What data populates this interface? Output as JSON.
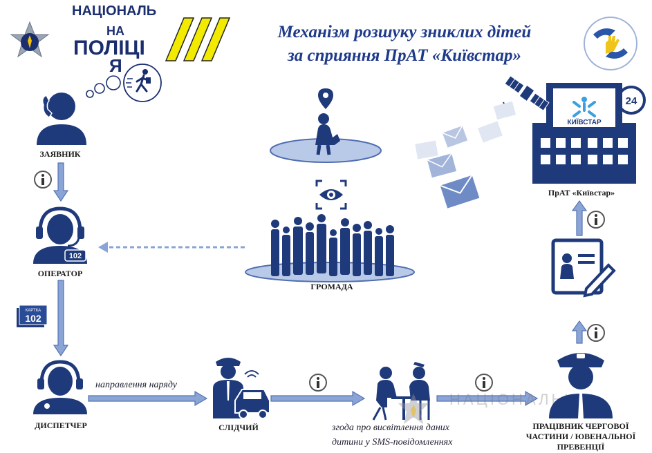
{
  "logo": {
    "line1": "НАЦІОНАЛЬ",
    "line2": "НА",
    "line3": "ПОЛІЦІ",
    "line4": "Я"
  },
  "title": {
    "line1": "Механізм розшуку зниклих дітей",
    "line2": "за сприяння ПрАТ «Київстар»"
  },
  "nodes": {
    "applicant": "ЗАЯВНИК",
    "operator": "ОПЕРАТОР",
    "dispatcher": "ДИСПЕТЧЕР",
    "investigator": "СЛІДЧИЙ",
    "community": "ГРОМАДА",
    "kyivstar": "ПрАТ «Київстар»",
    "officer_line1": "ПРАЦІВНИК ЧЕРГОВОЇ",
    "officer_line2": "ЧАСТИНИ / ЮВЕНАЛЬНОЇ",
    "officer_line3": "ПРЕВЕНЦІЇ"
  },
  "badges": {
    "operator_number": "102",
    "card_label": "КАРТКА",
    "card_number": "102",
    "kyivstar_brand": "КИЇВСТАР",
    "kyivstar_24": "24"
  },
  "edges": {
    "dispatch_label": "направлення наряду",
    "consent_line1": "згода про висвітлення даних",
    "consent_line2": "дитини у SMS-повідомленнях"
  },
  "watermark": "НАЦІОНАЛЬНА",
  "colors": {
    "dark_blue": "#1a2d6e",
    "navy": "#1f3a8a",
    "arrow_fill": "#8aa4d6",
    "arrow_stroke": "#5674b4",
    "figure": "#1f3a7a",
    "yellow": "#f2ea00"
  }
}
